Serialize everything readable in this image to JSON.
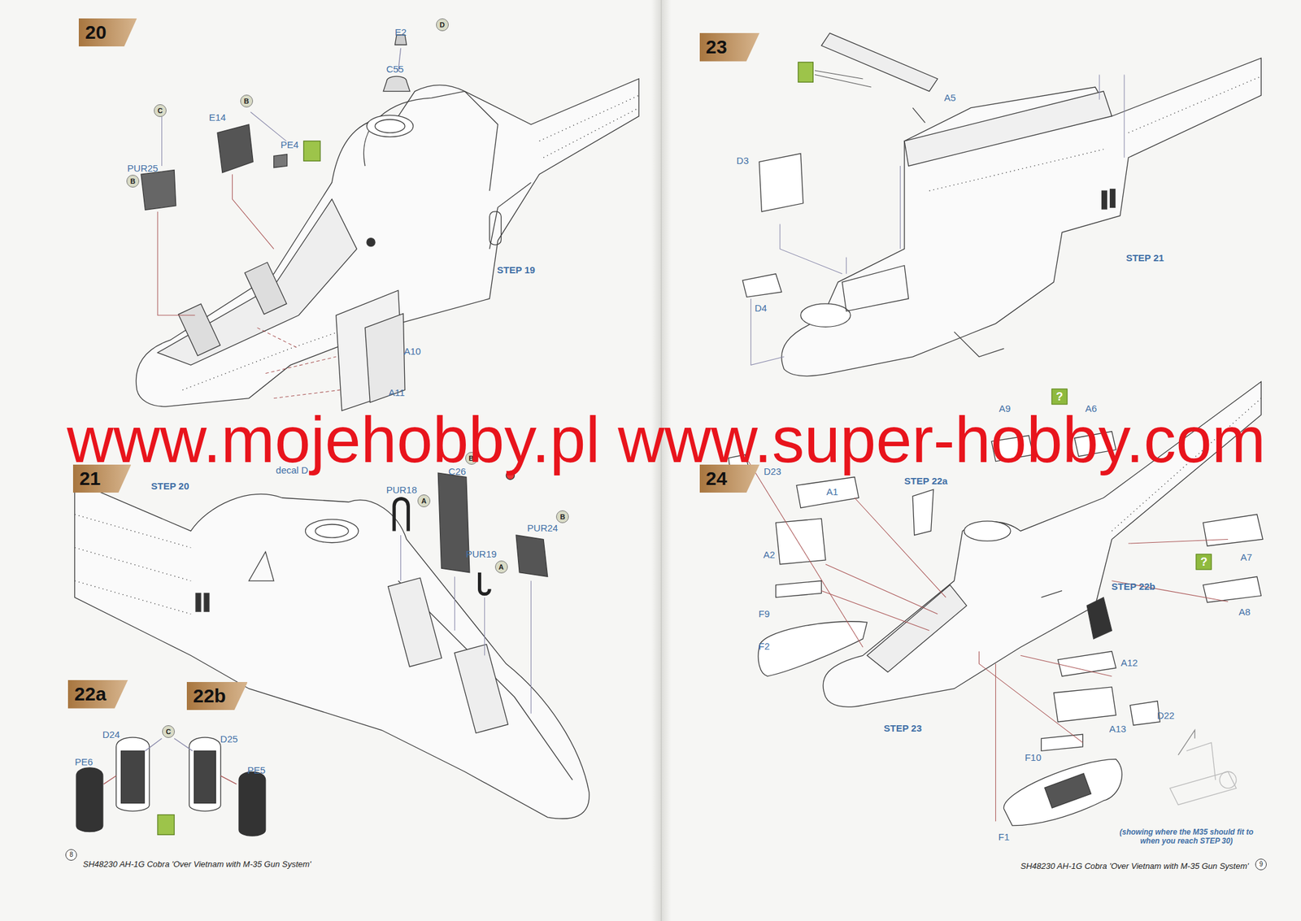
{
  "diagram": {
    "nodes": [
      {
        "text": [
          "20"
        ]
      },
      {
        "text": [
          "21"
        ]
      },
      {
        "text": [
          "22a"
        ]
      },
      {
        "text": [
          "22b"
        ]
      },
      {
        "text": [
          "23"
        ]
      },
      {
        "text": [
          "24"
        ]
      }
    ],
    "labels": [
      "E2",
      "D",
      "C55",
      "C",
      "E14",
      "B",
      "PE4",
      "PUR25",
      "B",
      "STEP 19",
      "A10",
      "A11",
      "decal D",
      "STEP 20",
      "PUR18",
      "A",
      "C26",
      "B",
      "PUR24",
      "B",
      "PUR19",
      "A",
      "D24",
      "C",
      "D25",
      "PE6",
      "PE5",
      "8",
      "SH48230  AH-1G Cobra 'Over Vietnam with M-35 Gun System'",
      "A5",
      "D3",
      "D4",
      "STEP 21",
      "D23",
      "A9",
      "?",
      "A6",
      "A1",
      "STEP 22a",
      "A2",
      "?",
      "A7",
      "STEP 22b",
      "F9",
      "A8",
      "F2",
      "A12",
      "D22",
      "A13",
      "STEP 23",
      "F10",
      "F1",
      "(showing where the M35 should fit to when you reach STEP 30)",
      "SH48230  AH-1G Cobra 'Over Vietnam with M-35 Gun System'",
      "9",
      "www.mojehobby.pl www.super-hobby.com"
    ]
  }
}
